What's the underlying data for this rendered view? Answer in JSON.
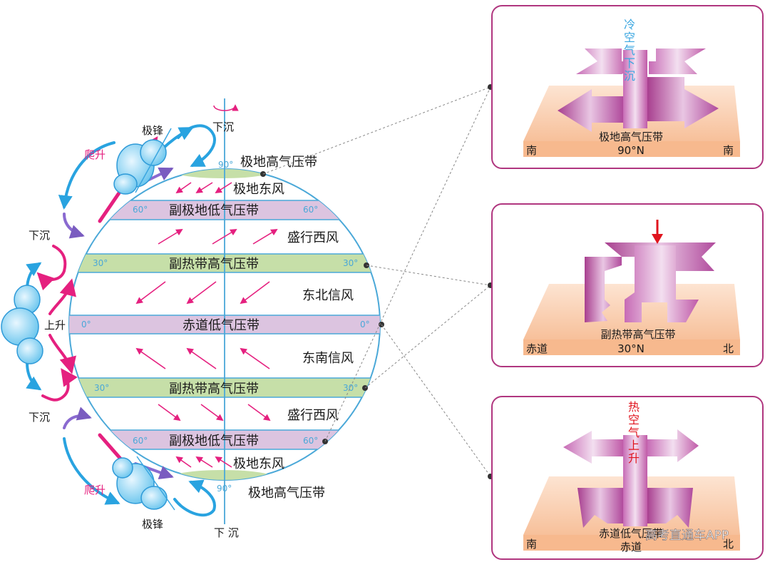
{
  "globe": {
    "bands": {
      "polar_high_north": "极地高气压带",
      "polar_easterly_north": "极地东风",
      "subpolar_low_north": "副极地低气压带",
      "westerly_north": "盛行西风",
      "subtropical_high_north": "副热带高气压带",
      "ne_trade": "东北信风",
      "equatorial_low": "赤道低气压带",
      "se_trade": "东南信风",
      "subtropical_high_south": "副热带高气压带",
      "westerly_south": "盛行西风",
      "subpolar_low_south": "副极地低气压带",
      "polar_easterly_south": "极地东风",
      "polar_high_south": "极地高气压带"
    },
    "degrees": {
      "n90": "90°",
      "n60_left": "60°",
      "n60_right": "60°",
      "n30_left": "30°",
      "n30_right": "30°",
      "eq_left": "0°",
      "eq_right": "0°",
      "s30_left": "30°",
      "s30_right": "30°",
      "s60_left": "60°",
      "s60_right": "60°",
      "s90": "90°"
    }
  },
  "side_labels": {
    "sink_top": "下沉",
    "front_top": "极锋",
    "climb_top": "爬升",
    "sink_upper_left": "下沉",
    "rise_left": "上升",
    "sink_lower_left": "下沉",
    "climb_bottom": "爬升",
    "front_bottom": "极锋",
    "sink_bottom": "下 沉"
  },
  "insets": [
    {
      "label": "极地高气压带",
      "left": "南",
      "center": "90°N",
      "right": "南",
      "vertical": [
        "冷",
        "空",
        "气",
        "下",
        "沉"
      ],
      "vertical_color": "#3aa6e0"
    },
    {
      "label": "副热带高气压带",
      "left": "赤道",
      "center": "30°N",
      "right": "北"
    },
    {
      "label": "赤道低气压带",
      "left": "南",
      "center": "赤道",
      "right": "北",
      "vertical": [
        "热",
        "空",
        "气",
        "上",
        "升"
      ],
      "vertical_color": "#e0141e"
    }
  ],
  "watermark": "高考直通车APP",
  "colors": {
    "globe_outline": "#4aa8d8",
    "band_purple": "#dcc4e0",
    "band_green": "#c6dfa8",
    "wind_arrow": "#e5207f",
    "cell_blue": "#29a3e0",
    "inset_frame": "#b0367f",
    "ground": "#f7c7a4"
  }
}
